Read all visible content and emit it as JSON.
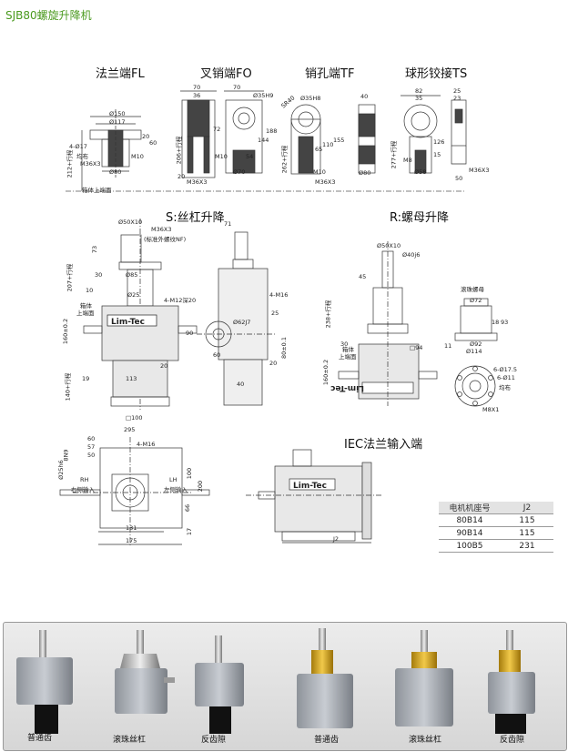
{
  "page": {
    "title": "SJB80螺旋升降机"
  },
  "sections": {
    "fl": "法兰端FL",
    "fo": "叉销端FO",
    "tf": "销孔端TF",
    "ts": "球形铰接TS",
    "s": "S:丝杠升降",
    "r": "R:螺母升降",
    "iec": "IEC法兰输入端"
  },
  "dims": {
    "fl_150": "Ø150",
    "fl_117": "Ø117",
    "fl_80": "Ø80",
    "fl_17": "4-Ø17",
    "fl_m36": "M36X3",
    "fl_m10": "M10",
    "fl_20": "20",
    "fl_60": "60",
    "fl_212": "212+行程",
    "fl_box": "箱体上端面",
    "fl_even": "均布",
    "fo_70": "70",
    "fo_36": "36",
    "fo_35h9": "Ø35H9",
    "fo_72": "72",
    "fo_206": "206+行程",
    "fo_m10": "M10",
    "fo_20": "20",
    "fo_54": "54",
    "fo_144": "144",
    "fo_188": "188",
    "fo_70b": "Ø70",
    "fo_m36": "M36X3",
    "tf_sr40": "SR40",
    "tf_35h8": "Ø35H8",
    "tf_65": "65",
    "tf_110": "110",
    "tf_155": "155",
    "tf_262": "262+行程",
    "tf_m10": "M10",
    "tf_m36": "M36X3",
    "tf_40": "40",
    "tf_80": "Ø80",
    "ts_82": "82",
    "ts_35": "35",
    "ts_25": "25",
    "ts_23": "23",
    "ts_126": "126",
    "ts_15": "15",
    "ts_277": "277+行程",
    "ts_m8": "M8",
    "ts_58": "Ø58",
    "ts_m36": "M36X3",
    "ts_50": "50",
    "s_50x10": "Ø50X10",
    "s_m36": "M36X3",
    "s_nf": "(标准外螺纹NF)",
    "s_73": "73",
    "s_207": "207+行程",
    "s_85": "Ø85",
    "s_30": "30",
    "s_10": "10",
    "s_25": "Ø25",
    "s_box": "箱体",
    "s_top": "上端面",
    "s_160": "160±0.2",
    "s_19": "19",
    "s_113": "113",
    "s_140": "140+行程",
    "s_100": "□100",
    "s_71": "71",
    "s_4m12": "4-M12深20",
    "s_4m16": "4-M16",
    "s_90": "90",
    "s_62j7": "Ø62J7",
    "s_25b": "25",
    "s_80": "80±0.1",
    "s_20": "20",
    "s_60": "60",
    "s_40": "40",
    "s_20b": "20",
    "r_50x10": "Ø50X10",
    "r_40j6": "Ø40j6",
    "r_45": "45",
    "r_238": "238+行程",
    "r_30": "30",
    "r_box": "箱体",
    "r_top": "上端面",
    "r_94": "□94",
    "r_160": "160±0.2",
    "r_ballnut": "滚珠螺母",
    "r_72": "Ø72",
    "r_18": "18",
    "r_93": "93",
    "r_11": "11",
    "r_92": "Ø92",
    "r_114": "Ø114",
    "r_6175": "6-Ø17.5",
    "r_611": "6-Ø11",
    "r_even": "均布",
    "r_m8": "M8X1",
    "p_295": "295",
    "p_60": "60",
    "p_57": "57",
    "p_50": "50",
    "p_4m16": "4-M16",
    "p_8n9": "8N9",
    "p_25": "Ø25h6",
    "p_rh": "RH",
    "p_rh2": "右侧输入",
    "p_lh": "LH",
    "p_lh2": "左侧输入",
    "p_100": "100",
    "p_200": "200",
    "p_66": "66",
    "p_131": "131",
    "p_175": "175",
    "p_17": "17",
    "iec_j2": "J2"
  },
  "motor_table": {
    "headers": [
      "电机机座号",
      "J2"
    ],
    "rows": [
      [
        "80B14",
        "115"
      ],
      [
        "90B14",
        "115"
      ],
      [
        "100B5",
        "231"
      ]
    ]
  },
  "photos": [
    {
      "label": "普通齿",
      "screw": "silver"
    },
    {
      "label": "滚珠丝杠",
      "screw": "silver"
    },
    {
      "label": "反齿隙",
      "screw": "silver"
    },
    {
      "label": "普通齿",
      "screw": "gold"
    },
    {
      "label": "滚珠丝杠",
      "screw": "gold"
    },
    {
      "label": "反齿隙",
      "screw": "gold"
    }
  ],
  "brand": "Lim-Tec",
  "colors": {
    "title": "#4a9a1e",
    "gold": "#d6a718",
    "housing": "#b8bcc2"
  }
}
